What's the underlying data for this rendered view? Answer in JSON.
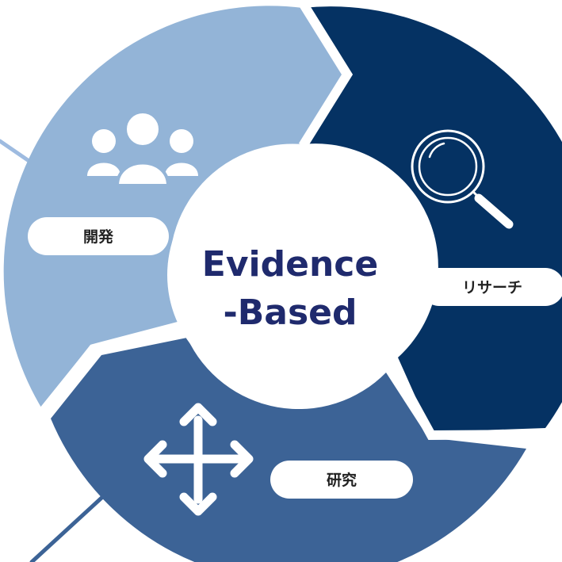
{
  "center": {
    "line1": "Evidence",
    "line2": "-Based"
  },
  "segments": {
    "development": {
      "label": "開発",
      "icon": "people-icon"
    },
    "research": {
      "label": "リサーチ",
      "icon": "magnifier-icon"
    },
    "study": {
      "label": "研究",
      "icon": "move-arrows-icon"
    }
  },
  "colors": {
    "light_segment": "#93b4d7",
    "dark_segment": "#053263",
    "mid_segment": "#3c6396",
    "center_text": "#1f2a6d",
    "pill_text": "#222222",
    "connector_line": "#9ebbe0",
    "connector_line_dark": "#3c6396"
  }
}
